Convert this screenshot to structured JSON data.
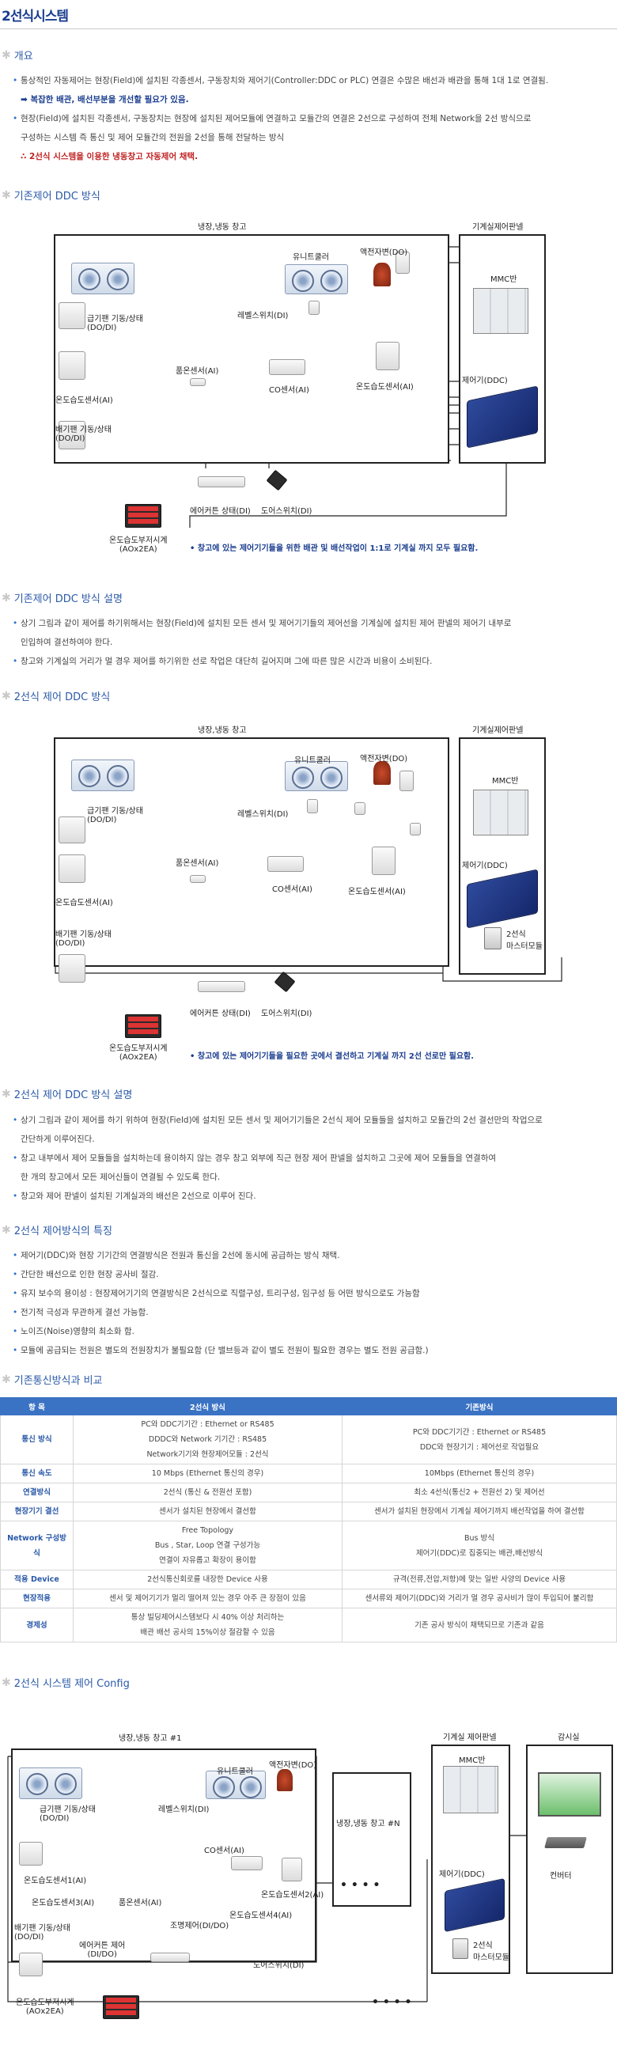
{
  "page_title": "2선식시스템",
  "sections": {
    "overview": {
      "heading": "개요",
      "lines": [
        "통상적인 자동제어는 현장(Field)에 설치된 각종센서, 구동장치와 제어기(Controller:DDC or PLC) 연결은 수많은 배선과 배관을 통해 1대 1로 연결됨.",
        "➡ 복잡한 배관, 배선부분을 개선할 필요가 있음.",
        "현장(Field)에 설치된 각종센서, 구동장치는 현장에 설치된 제어모듈에 연결하고 모듈간의 연결은 2선으로 구성하여 전체 Network을 2선 방식으로",
        "구성하는 시스템 즉 통신 및 제어 모듈간의 전원을 2선을 통해 전달하는 방식",
        "∴ 2선식 시스템을 이용한 냉동창고 자동제어 채택."
      ]
    },
    "existing_ddc": {
      "heading": "기존제어 DDC 방식",
      "labels": {
        "cold_storage": "냉장,냉동 창고",
        "panel": "기계실제어판넬",
        "unit_cooler": "유니트쿨러",
        "solenoid": "액전자변(DO)",
        "mmc": "MMC반",
        "fan_status": "급기팬 기동/상태\n(DO/DI)",
        "level_switch": "레벨스위치(DI)",
        "temp_humid_1": "온도습도센서(AI)",
        "temp_sensor": "품온센서(AI)",
        "co_sensor": "CO센서(AI)",
        "temp_humid_2": "온도습도센서(AI)",
        "controller": "제어기(DDC)",
        "exhaust_fan": "배기팬 기동/상태\n(DO/DI)",
        "aircurtain": "에어커튼 상태(DI)",
        "door_switch": "도어스위치(DI)",
        "display": "온도습도부저시계\n(AOx2EA)"
      },
      "note": "창고에 있는 제어기기들을 위한 배관 및 배선작업이 1:1로 기계실 까지 모두 필요함."
    },
    "existing_ddc_desc": {
      "heading": "기존제어 DDC 방식 설명",
      "lines": [
        "상기 그림과 같이 제어를 하기위해서는 현장(Field)에 설치된 모든 센서 및 제어기기들의 제어선을 기계실에 설치된 제어 판넬의 제어기 내부로",
        "인입하여 결선하여야 한다.",
        "창고와 기계실의 거리가 멀 경우 제어를 하기위한 선로 작업은 대단히 길어지며 그에 따른 많은 시간과 비용이 소비된다."
      ]
    },
    "two_wire_ddc": {
      "heading": "2선식 제어 DDC 방식",
      "labels": {
        "cold_storage": "냉장,냉동 창고",
        "panel": "기계실제어판넬",
        "unit_cooler": "유니트쿨러",
        "solenoid": "액전자변(DO)",
        "mmc": "MMC반",
        "fan_status": "급기팬 기동/상태\n(DO/DI)",
        "level_switch": "레벨스위치(DI)",
        "temp_humid_1": "온도습도센서(AI)",
        "temp_sensor": "품온센서(AI)",
        "co_sensor": "CO센서(AI)",
        "temp_humid_2": "온도습도센서(AI)",
        "controller": "제어기(DDC)",
        "exhaust_fan": "배기팬 기동/상태\n(DO/DI)",
        "module": "2선식\n마스터모듈",
        "aircurtain": "에어커튼 상태(DI)",
        "door_switch": "도어스위치(DI)",
        "display": "온도습도부저시계\n(AOx2EA)"
      },
      "note": "창고에 있는 제어기기들을 필요한 곳에서 결선하고 기계실 까지 2선 선로만 필요함."
    },
    "two_wire_desc": {
      "heading": "2선식 제어 DDC 방식 설명",
      "lines": [
        "상기 그림과 같이 제어를 하기 위하여 현장(Field)에 설치된 모든 센서 및 제어기기들은 2선식 제어 모듈들을 설치하고 모듈간의 2선 결선만의 작업으로",
        "간단하게 이루어진다.",
        "창고 내부에서 제어 모듈들을 설치하는데 용이하지 않는 경우 창고 외부에 직근 현장 제어 판넬을 설치하고 그곳에 제어 모듈들을 연결하여",
        "한 개의 창고에서 모든 제어신들이 연결될 수 있도록 한다.",
        "창고와 제어 판넬이 설치된 기계실과의 배선은 2선으로 이루어 진다."
      ]
    },
    "features": {
      "heading": "2선식 제어방식의 특징",
      "lines": [
        "제어기(DDC)와 현장 기기간의 연결방식은 전원과 통신을 2선에 동시에 공급하는 방식 채택.",
        "간단한 배선으로 인한 현장 공사비 절감.",
        "유지 보수의 용이성 : 현장제어기기의 연결방식은 2선식으로 직렬구성, 트리구성, 임구성 등 어떤 방식으로도 가능함",
        "전기적 극성과 무관하게 결선 가능함.",
        "노이즈(Noise)영향의 최소화 함.",
        "모듈에 공급되는 전원은 별도의 전원장치가 불필요함 (단 밸브등과 같이 별도 전원이 필요한 경우는 별도 전원 공급함.)"
      ]
    },
    "comparison": {
      "heading": "기존통신방식과 비교",
      "columns": [
        "항 목",
        "2선식 방식",
        "기존방식"
      ],
      "rows": [
        {
          "item": "통신 방식",
          "two_wire": [
            "PC와 DDC기기간 : Ethernet or RS485",
            "DDDC와 Network 기기간 : RS485",
            "Network기기와 현장제어모듈 : 2선식"
          ],
          "legacy": [
            "PC와 DDC기기간 : Ethernet or RS485",
            "DDC와 현장기기 : 제어선로 작업필요"
          ]
        },
        {
          "item": "통신 속도",
          "two_wire": [
            "10 Mbps (Ethernet 통신의 경우)"
          ],
          "legacy": [
            "10Mbps (Ethernet 통신의 경우)"
          ]
        },
        {
          "item": "연결방식",
          "two_wire": [
            "2선식 (통신 & 전원선 포함)"
          ],
          "legacy": [
            "최소 4선식(통신2 + 전원선 2) 및 제어선"
          ]
        },
        {
          "item": "현장기기 결선",
          "two_wire": [
            "센서가 설치된 현장에서 결선함"
          ],
          "legacy": [
            "센서가 설치된 현장에서 기계실 제어기까지 배선작업을 하여 결선함"
          ]
        },
        {
          "item": "Network 구성방식",
          "two_wire": [
            "Free Topology",
            "Bus , Star, Loop 연결 구성가능",
            "연결이 자유롭고 확장이 용이함"
          ],
          "legacy": [
            "Bus 방식",
            "제어기(DDC)로 집중되는 배관,배선방식"
          ]
        },
        {
          "item": "적용 Device",
          "two_wire": [
            "2선식통신회로를 내장한 Device 사용"
          ],
          "legacy": [
            "규격(전류,전압,저항)에 맞는 일반 사양의 Device 사용"
          ]
        },
        {
          "item": "현장적용",
          "two_wire": [
            "센서 및 제어기기가 멀리 떨어져 있는 경우 아주 큰 장점이 있음"
          ],
          "legacy": [
            "센서류와 제어기(DDC)와 거리가 멀 경우 공사비가 많이 투입되어 불리함"
          ]
        },
        {
          "item": "경제성",
          "two_wire": [
            "통상 빌딩제어시스템보다 시 40% 이상 처리하는",
            "배관 배선 공사의 15%이상 절감할 수 있음"
          ],
          "legacy": [
            "기존 공사 방식이 채택되므로 기존과 같음"
          ]
        }
      ]
    },
    "config": {
      "heading": "2선식 시스템 제어 Config",
      "labels": {
        "cold_storage_1": "냉장,냉동 창고 #1",
        "cold_storage_n": "냉장,냉동 창고 #N",
        "panel": "기계실 제어판넬",
        "monitor_room": "감시실",
        "unit_cooler": "유니트쿨러",
        "solenoid": "액전자변(DO)",
        "mmc": "MMC반",
        "fan_status": "급기팬 기동/상태\n(DO/DI)",
        "level_switch": "레벨스위치(DI)",
        "temp_humid_1": "온도습도센서1(AI)",
        "co_sensor": "CO센서(AI)",
        "temp_humid_2": "온도습도센서2(AI)",
        "temp_humid_3": "온도습도센서3(AI)",
        "temp_sensor": "품온센서(AI)",
        "lighting": "조명제어(DI/DO)",
        "temp_humid_4": "온도습도센서4(AI)",
        "controller": "제어기(DDC)",
        "converter": "컨버터",
        "exhaust_fan": "배기팬 기동/상태\n(DO/DI)",
        "aircurtain": "에어커튼 제어\n(DI/DO)",
        "door_switch": "도어스위치(DI)",
        "module": "2선식\n마스터모듈",
        "display": "온도습도부저시계\n(AOx2EA)",
        "dots": "• • • •"
      }
    }
  },
  "colors": {
    "heading": "#2b5aa8",
    "title": "#1a3d8f",
    "table_header": "#3b73c4",
    "wire": "#2050c8",
    "note": "#1a3d8f",
    "emph": "#c02222"
  }
}
